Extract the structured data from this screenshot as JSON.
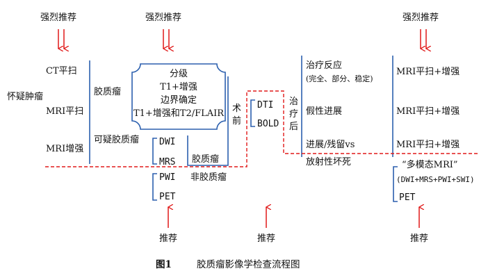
{
  "labels": {
    "strongly_recommended": "强烈推荐",
    "recommended": "推荐",
    "suspected_tumor": "怀疑肿瘤",
    "ct_plain": "CT平扫",
    "mri_plain": "MRI平扫",
    "mri_enhanced": "MRI增强",
    "glioma": "胶质瘤",
    "suspected_glioma": "可疑胶质瘤",
    "dwi": "DWI",
    "mrs": "MRS",
    "pwi": "PWI",
    "pet": "PET",
    "non_glioma": "非胶质瘤",
    "glioma_short": "胶质瘤",
    "box_line1": "分级",
    "box_line2": "T1+增强",
    "box_line3": "边界确定",
    "box_line4": "T1+增强和T2/FLAIR",
    "preop_1": "术",
    "preop_2": "前",
    "dti": "DTI",
    "bold": "BOLD",
    "posttx_1": "治",
    "posttx_2": "疗",
    "posttx_3": "后",
    "treatment_response": "治疗反应",
    "response_detail": "(完全、部分、稳定)",
    "pseudoprogression": "假性进展",
    "progression": "进展/残留vs",
    "radiation_necrosis": "放射性坏死",
    "mri_plain_enh_1": "MRI平扫+增强",
    "mri_plain_enh_2": "MRI平扫+增强",
    "mri_plain_enh_3": "MRI平扫+增强",
    "multimodal_mri": "“多模态MRI”",
    "multimodal_detail": "(DWI+MRS+PWI+SWI)",
    "pet_right": "PET"
  },
  "caption": {
    "number": "图1",
    "title": "胶质瘤影像学检查流程图"
  },
  "colors": {
    "arrow_red": "#e01818",
    "line_blue": "#2b5fae"
  }
}
